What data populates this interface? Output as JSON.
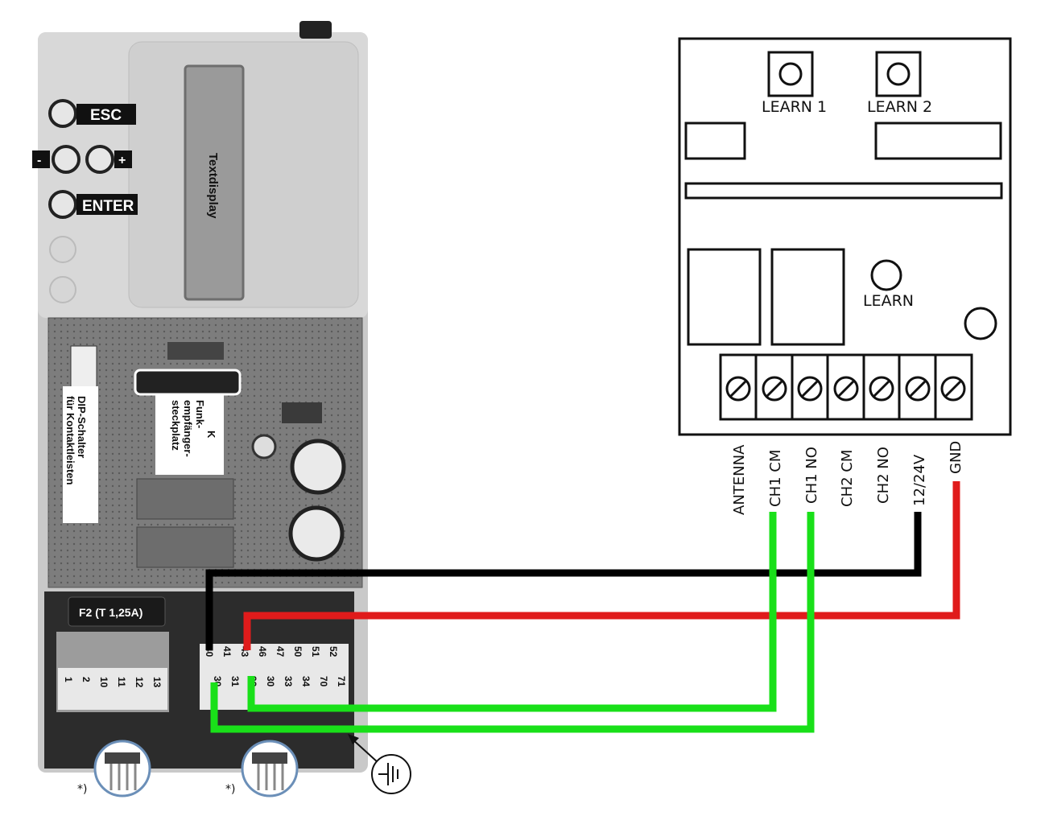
{
  "controller": {
    "buttons": {
      "esc": "ESC",
      "minus": "-",
      "plus": "+",
      "enter": "ENTER"
    },
    "display_label": "Textdisplay",
    "dip_label_line1": "DIP-Schalter",
    "dip_label_line2": "für Kontaktleisten",
    "radio_slot_line1": "K",
    "radio_slot_line2": "Funk-",
    "radio_slot_line3": "empfänger-",
    "radio_slot_line4": "steckplatz",
    "fuse_label": "F2 (T 1,25A)",
    "terminal_left_bottom": [
      "1",
      "2",
      "10",
      "11",
      "12",
      "13"
    ],
    "terminal_right_top": [
      "40",
      "41",
      "43",
      "46",
      "47",
      "50",
      "51",
      "52"
    ],
    "terminal_right_bottom": [
      "30",
      "31",
      "32",
      "30",
      "33",
      "34",
      "70",
      "71"
    ],
    "footnote_marker": "*)"
  },
  "receiver": {
    "learn1": "LEARN 1",
    "learn2": "LEARN 2",
    "learn": "LEARN",
    "terminals": [
      "ANTENNA",
      "CH1 CM",
      "CH1 NO",
      "CH2 CM",
      "CH2 NO",
      "12/24V",
      "GND"
    ]
  },
  "wire_colors": {
    "supply": "#000000",
    "ground": "#e01b1b",
    "channel": "#19e019"
  }
}
